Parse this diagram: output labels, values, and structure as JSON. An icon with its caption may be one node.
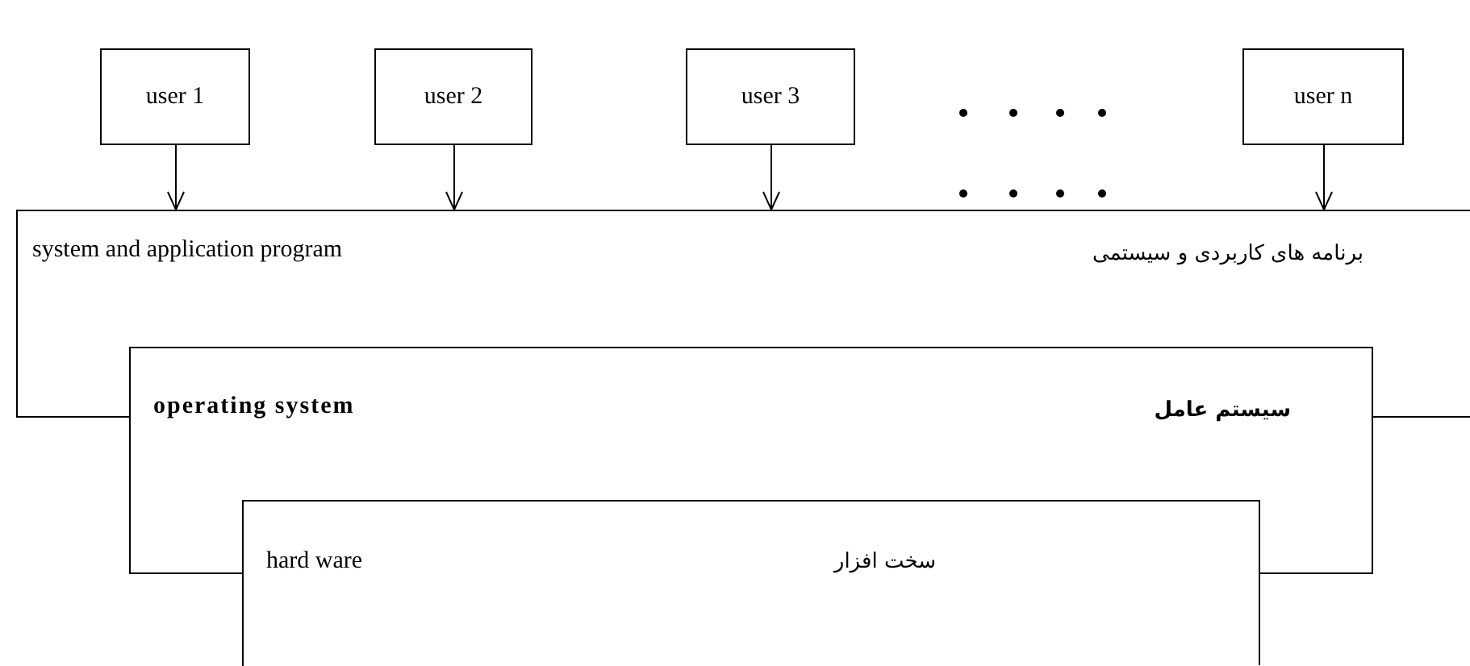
{
  "diagram": {
    "nodes": [
      {
        "text": [
          "user 1"
        ]
      },
      {
        "text": [
          "user 2"
        ]
      },
      {
        "text": [
          "user 3"
        ]
      },
      {
        "text": [
          "user n"
        ]
      },
      {
        "text": [
          "system and application program",
          "برنامه های کاربردی و سیستمی"
        ]
      },
      {
        "text": [
          "operating system",
          "سیستم عامل"
        ]
      },
      {
        "text": [
          "hard ware",
          "سخت افزار"
        ]
      }
    ],
    "edges": [
      {
        "from": 0,
        "to": 4,
        "arrow": "to"
      },
      {
        "from": 1,
        "to": 4,
        "arrow": "to"
      },
      {
        "from": 2,
        "to": 4,
        "arrow": "to"
      },
      {
        "from": 3,
        "to": 4,
        "arrow": "to"
      }
    ]
  }
}
